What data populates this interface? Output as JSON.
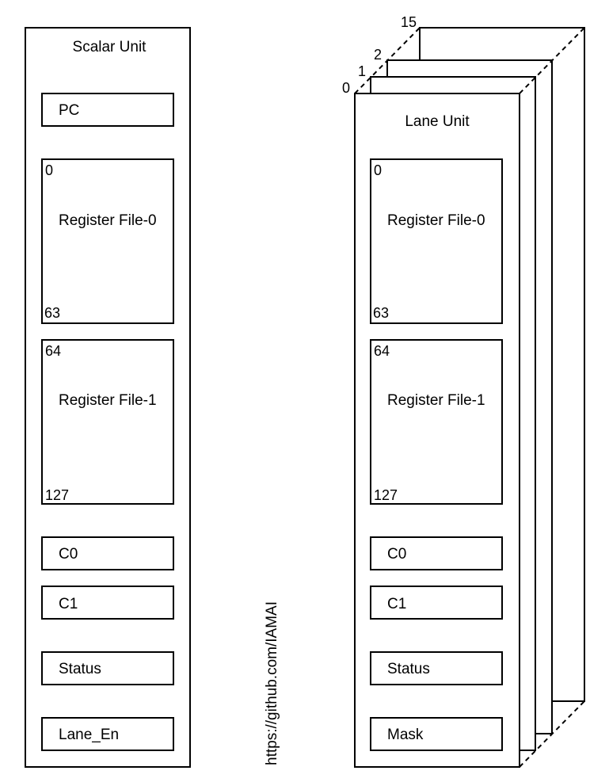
{
  "scalar_unit": {
    "title": "Scalar Unit",
    "pc": "PC",
    "rf0": {
      "label": "Register File-0",
      "start": "0",
      "end": "63"
    },
    "rf1": {
      "label": "Register File-1",
      "start": "64",
      "end": "127"
    },
    "c0": "C0",
    "c1": "C1",
    "status": "Status",
    "lane_en": "Lane_En"
  },
  "lane_unit": {
    "title": "Lane Unit",
    "lane_indices": [
      "0",
      "1",
      "2",
      "15"
    ],
    "rf0": {
      "label": "Register File-0",
      "start": "0",
      "end": "63"
    },
    "rf1": {
      "label": "Register File-1",
      "start": "64",
      "end": "127"
    },
    "c0": "C0",
    "c1": "C1",
    "status": "Status",
    "mask": "Mask"
  },
  "watermark": "https://github.com/IAMAI"
}
